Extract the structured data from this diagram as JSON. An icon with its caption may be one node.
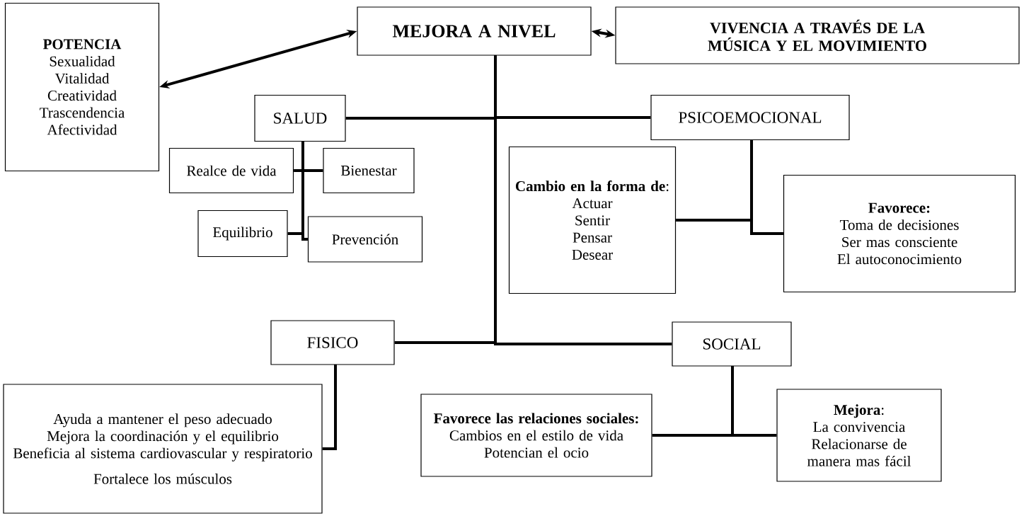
{
  "diagram": {
    "nodes": [
      {
        "text": [
          "POTENCIA",
          "Sexualidad",
          "Vitalidad",
          "Creatividad",
          "Trascendencia",
          "Afectividad"
        ]
      },
      {
        "text": [
          "MEJORA A NIVEL"
        ]
      },
      {
        "text": [
          "VIVENCIA A TRAVÉS DE LA MÚSICA Y EL MOVIMIENTO"
        ]
      },
      {
        "text": [
          "SALUD"
        ]
      },
      {
        "text": [
          "PSICOEMOCIONAL"
        ]
      },
      {
        "text": [
          "Realce de vida"
        ]
      },
      {
        "text": [
          "Bienestar"
        ]
      },
      {
        "text": [
          "Equilibrio"
        ]
      },
      {
        "text": [
          "Prevención"
        ]
      },
      {
        "text": [
          "**Cambio en la forma de**:",
          "Actuar",
          "Sentir",
          "Pensar",
          "Desear"
        ]
      },
      {
        "text": [
          "Favorece:",
          "Toma de decisiones",
          "Ser mas consciente",
          "El autoconocimiento"
        ]
      },
      {
        "text": [
          "FISICO"
        ]
      },
      {
        "text": [
          "SOCIAL"
        ]
      },
      {
        "text": [
          "Ayuda a mantener el peso adecuado",
          "Mejora la coordinación y el equilibrio",
          "Beneficia al sistema cardiovascular y respiratorio",
          "Fortalece los músculos"
        ]
      },
      {
        "text": [
          "Favorece las relaciones sociales:",
          "Cambios en el estilo de vida",
          "Potencian el ocio"
        ]
      },
      {
        "text": [
          "**Mejora**:",
          "La convivencia",
          "Relacionarse de manera mas fácil"
        ]
      }
    ],
    "edges": [
      {
        "from": 0,
        "to": 1,
        "arrow": "both"
      },
      {
        "from": 1,
        "to": 2,
        "arrow": "both"
      },
      {
        "from": 1,
        "to": 3,
        "arrow": "none"
      },
      {
        "from": 1,
        "to": 4,
        "arrow": "none"
      },
      {
        "from": 1,
        "to": 11,
        "arrow": "none"
      },
      {
        "from": 1,
        "to": 12,
        "arrow": "none"
      },
      {
        "from": 3,
        "to": 5,
        "arrow": "none"
      },
      {
        "from": 3,
        "to": 6,
        "arrow": "none"
      },
      {
        "from": 3,
        "to": 7,
        "arrow": "none"
      },
      {
        "from": 3,
        "to": 8,
        "arrow": "none"
      },
      {
        "from": 4,
        "to": 9,
        "arrow": "none"
      },
      {
        "from": 4,
        "to": 10,
        "arrow": "none"
      },
      {
        "from": 11,
        "to": 13,
        "arrow": "none"
      },
      {
        "from": 12,
        "to": 14,
        "arrow": "none"
      },
      {
        "from": 12,
        "to": 15,
        "arrow": "none"
      }
    ]
  }
}
